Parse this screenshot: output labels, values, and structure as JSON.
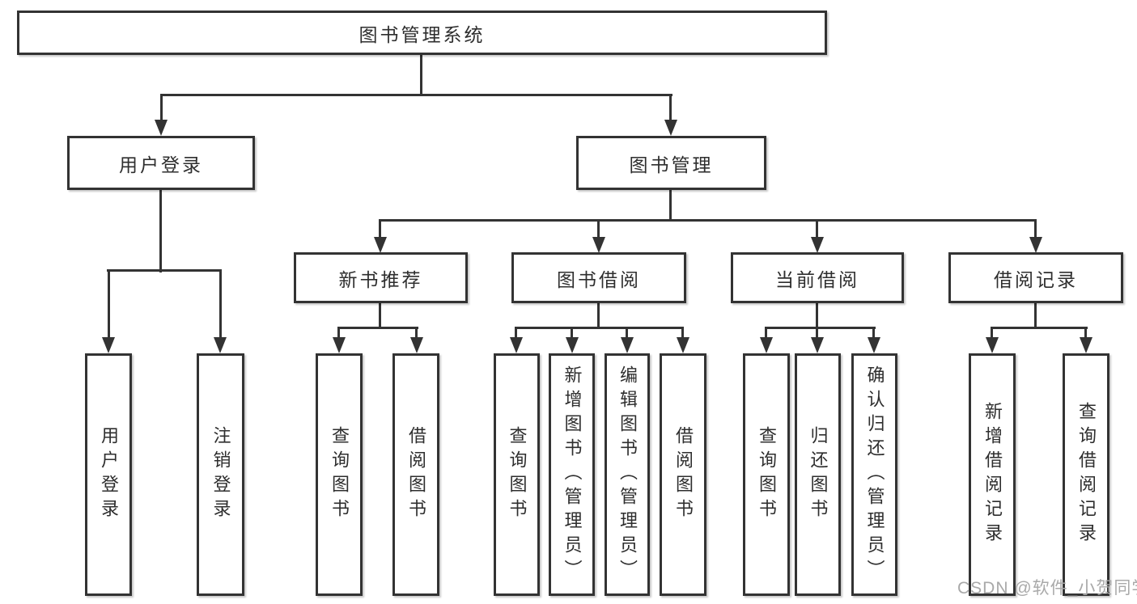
{
  "colors": {
    "line": "#333333",
    "box_border": "#333333",
    "box_background": "#ffffff",
    "text": "#2e2e2e",
    "watermark": "#a9a9a9",
    "page_background": "#ffffff"
  },
  "tree": {
    "label": "图书管理系统",
    "children": [
      {
        "label": "用户登录",
        "children": [
          {
            "label": "用户登录"
          },
          {
            "label": "注销登录"
          }
        ]
      },
      {
        "label": "图书管理",
        "children": [
          {
            "label": "新书推荐",
            "children": [
              {
                "label": "查询图书"
              },
              {
                "label": "借阅图书"
              }
            ]
          },
          {
            "label": "图书借阅",
            "children": [
              {
                "label": "查询图书"
              },
              {
                "label": "新增图书（管理员）"
              },
              {
                "label": "编辑图书（管理员）"
              },
              {
                "label": "借阅图书"
              }
            ]
          },
          {
            "label": "当前借阅",
            "children": [
              {
                "label": "查询图书"
              },
              {
                "label": "归还图书"
              },
              {
                "label": "确认归还（管理员）"
              }
            ]
          },
          {
            "label": "借阅记录",
            "children": [
              {
                "label": "新增借阅记录"
              },
              {
                "label": "查询借阅记录"
              }
            ]
          }
        ]
      }
    ]
  },
  "watermark": {
    "text": "CSDN @软件_小贺同学"
  }
}
